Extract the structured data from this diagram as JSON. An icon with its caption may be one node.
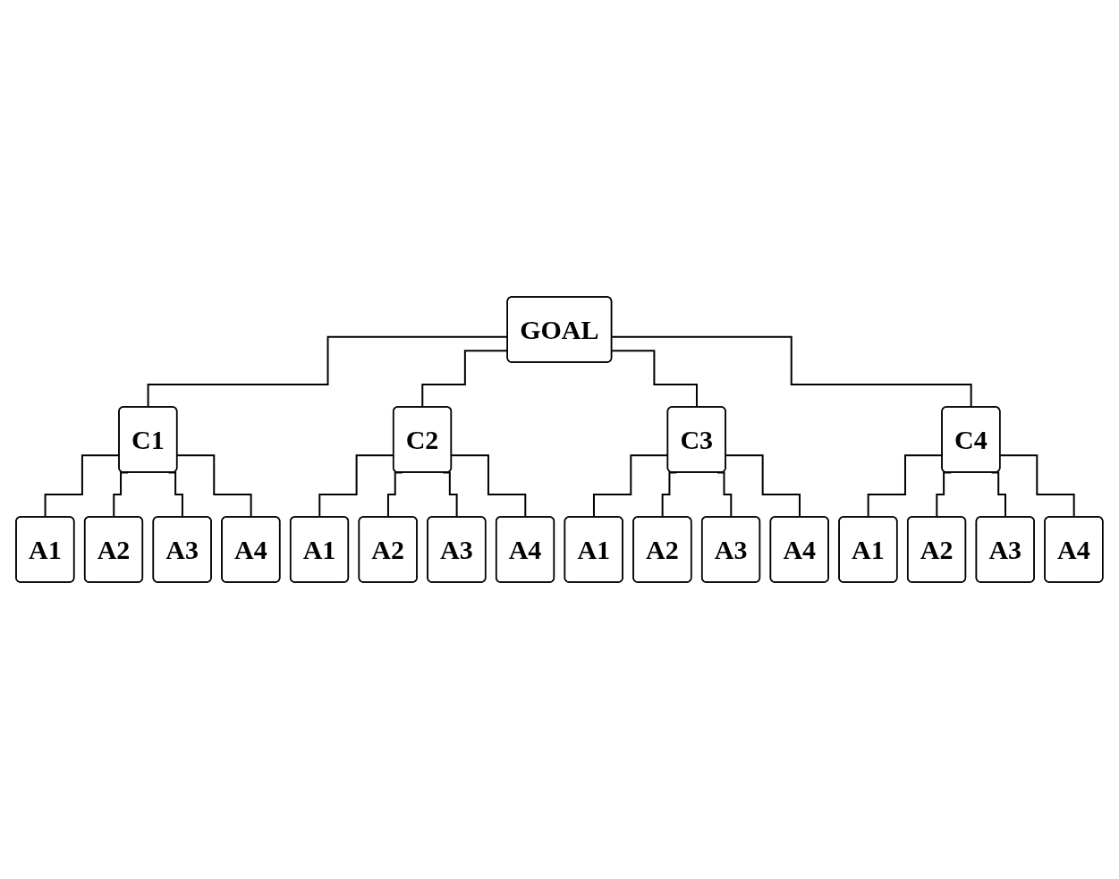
{
  "diagram": {
    "nodes": [
      {
        "text": [
          "GOAL"
        ]
      },
      {
        "text": [
          "C1"
        ]
      },
      {
        "text": [
          "C2"
        ]
      },
      {
        "text": [
          "C3"
        ]
      },
      {
        "text": [
          "C4"
        ]
      },
      {
        "text": [
          "A1"
        ]
      },
      {
        "text": [
          "A2"
        ]
      },
      {
        "text": [
          "A3"
        ]
      },
      {
        "text": [
          "A4"
        ]
      },
      {
        "text": [
          "A1"
        ]
      },
      {
        "text": [
          "A2"
        ]
      },
      {
        "text": [
          "A3"
        ]
      },
      {
        "text": [
          "A4"
        ]
      },
      {
        "text": [
          "A1"
        ]
      },
      {
        "text": [
          "A2"
        ]
      },
      {
        "text": [
          "A3"
        ]
      },
      {
        "text": [
          "A4"
        ]
      },
      {
        "text": [
          "A1"
        ]
      },
      {
        "text": [
          "A2"
        ]
      },
      {
        "text": [
          "A3"
        ]
      },
      {
        "text": [
          "A4"
        ]
      }
    ],
    "edges": [
      {
        "from": 0,
        "to": 1,
        "arrow": "none"
      },
      {
        "from": 0,
        "to": 2,
        "arrow": "none"
      },
      {
        "from": 0,
        "to": 3,
        "arrow": "none"
      },
      {
        "from": 0,
        "to": 4,
        "arrow": "none"
      },
      {
        "from": 1,
        "to": 5,
        "arrow": "none"
      },
      {
        "from": 1,
        "to": 6,
        "arrow": "none"
      },
      {
        "from": 1,
        "to": 7,
        "arrow": "none"
      },
      {
        "from": 1,
        "to": 8,
        "arrow": "none"
      },
      {
        "from": 2,
        "to": 9,
        "arrow": "none"
      },
      {
        "from": 2,
        "to": 10,
        "arrow": "none"
      },
      {
        "from": 2,
        "to": 11,
        "arrow": "none"
      },
      {
        "from": 2,
        "to": 12,
        "arrow": "none"
      },
      {
        "from": 3,
        "to": 13,
        "arrow": "none"
      },
      {
        "from": 3,
        "to": 14,
        "arrow": "none"
      },
      {
        "from": 3,
        "to": 15,
        "arrow": "none"
      },
      {
        "from": 3,
        "to": 16,
        "arrow": "none"
      },
      {
        "from": 4,
        "to": 17,
        "arrow": "none"
      },
      {
        "from": 4,
        "to": 18,
        "arrow": "none"
      },
      {
        "from": 4,
        "to": 19,
        "arrow": "none"
      },
      {
        "from": 4,
        "to": 20,
        "arrow": "none"
      }
    ]
  }
}
